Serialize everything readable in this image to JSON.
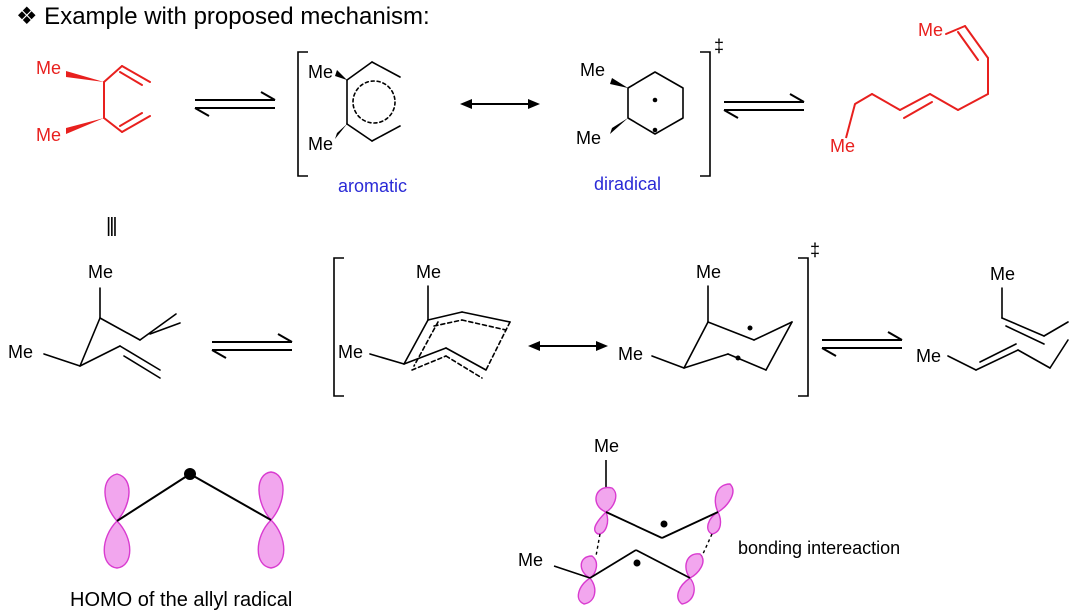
{
  "title": "❖ Example with proposed mechanism:",
  "labels": {
    "me": "Me",
    "aromatic": "aromatic",
    "diradical": "diradical",
    "double_dagger": "‡",
    "identity": "|||",
    "homo_caption": "HOMO of the allyl radical",
    "bonding_caption": "bonding intereaction"
  },
  "colors": {
    "reactant": "#e8201e",
    "label_blue": "#2a2ad6",
    "bonds": "#000000",
    "orbital_fill": "#f2a6ee",
    "orbital_stroke": "#d93bd0"
  },
  "icons": {
    "title_bullet": "four-diamond-bullet-icon",
    "wedge": "wedge-bond-icon",
    "equilibrium": "equilibrium-arrows-icon",
    "resonance": "double-headed-arrow-icon",
    "radical": "radical-dot-icon",
    "orbital": "p-orbital-lobe-icon"
  }
}
